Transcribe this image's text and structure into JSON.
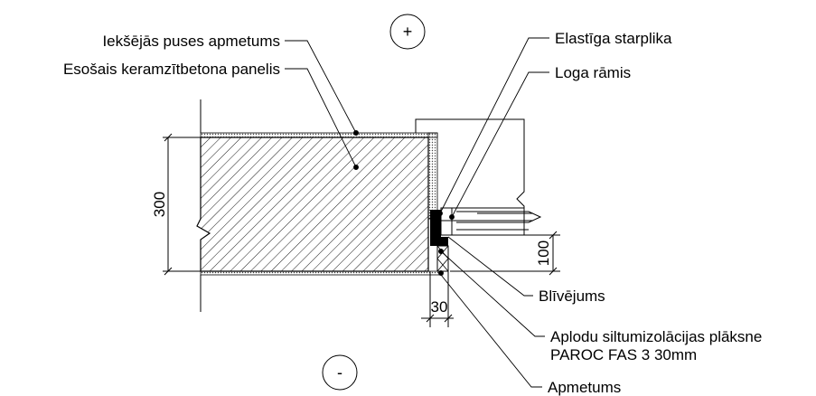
{
  "labels": {
    "inner_plaster": "Iekšējās puses apmetums",
    "panel": "Esošais keramzītbetona panelis",
    "elastic_gasket": "Elastīga starplika",
    "window_frame": "Loga rāmis",
    "sealing": "Blīvējums",
    "insulation_line1": "Aplodu siltumizolācijas plāksne",
    "insulation_line2": "PAROC FAS 3 30mm",
    "plaster": "Apmetums"
  },
  "dimensions": {
    "wall_thickness": "300",
    "frame_offset": "100",
    "insulation_thickness": "30"
  },
  "symbols": {
    "inside": "+",
    "outside": "-"
  }
}
